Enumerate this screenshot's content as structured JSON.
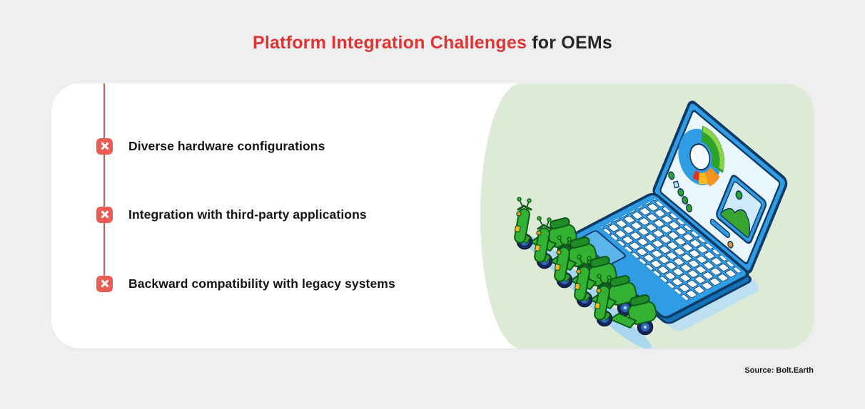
{
  "header": {
    "title_highlight": "Platform Integration Challenges",
    "title_rest": " for OEMs",
    "highlight_color": "#e23333",
    "text_color": "#262626"
  },
  "challenges": {
    "icon": "x-cross-icon",
    "icon_color": "#ea5d55",
    "line_color": "#dd574f",
    "items": [
      {
        "label": "Diverse hardware configurations"
      },
      {
        "label": "Integration with third-party applications"
      },
      {
        "label": "Backward compatibility with legacy systems"
      }
    ]
  },
  "illustration": {
    "description": "isometric blue laptop showing donut chart and image card, with five green electric scooters parked in a row",
    "blob_color": "#dcead6",
    "laptop_blue": "#2f9ce3",
    "laptop_outline": "#0d3a66",
    "screen_color": "#eaf6fd",
    "scooter_green": "#33b133",
    "scooter_outline": "#0e5a17",
    "shadow_blue": "#a9d7ef",
    "chart_colors": [
      "#2da32c",
      "#8ad34a",
      "#f6921e",
      "#fdb81a",
      "#e23327"
    ]
  },
  "footer": {
    "source_label": "Source: Bolt.Earth"
  },
  "page": {
    "background": "#efeff0",
    "card_background": "#ffffff"
  }
}
